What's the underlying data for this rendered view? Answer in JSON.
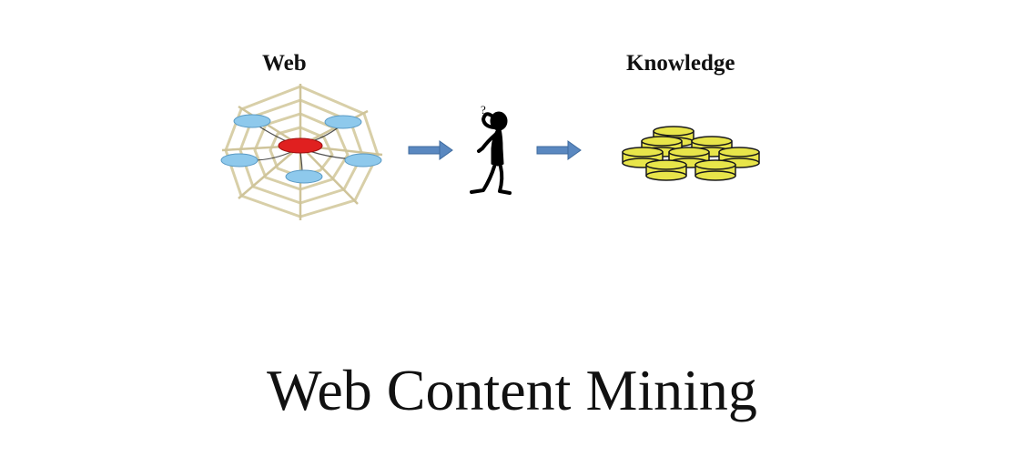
{
  "diagram": {
    "source_label": "Web",
    "target_label": "Knowledge",
    "title": "Web Content Mining",
    "icons": [
      "spider-web-icon",
      "thinking-person-icon",
      "coin-stack-icon",
      "arrow-right-icon"
    ],
    "colors": {
      "web_node": "#8ec9ec",
      "web_center": "#e02020",
      "web_strand": "#d8cfa8",
      "coin": "#e8e54a",
      "arrow": "#5a88c0",
      "figure": "#000000"
    }
  }
}
